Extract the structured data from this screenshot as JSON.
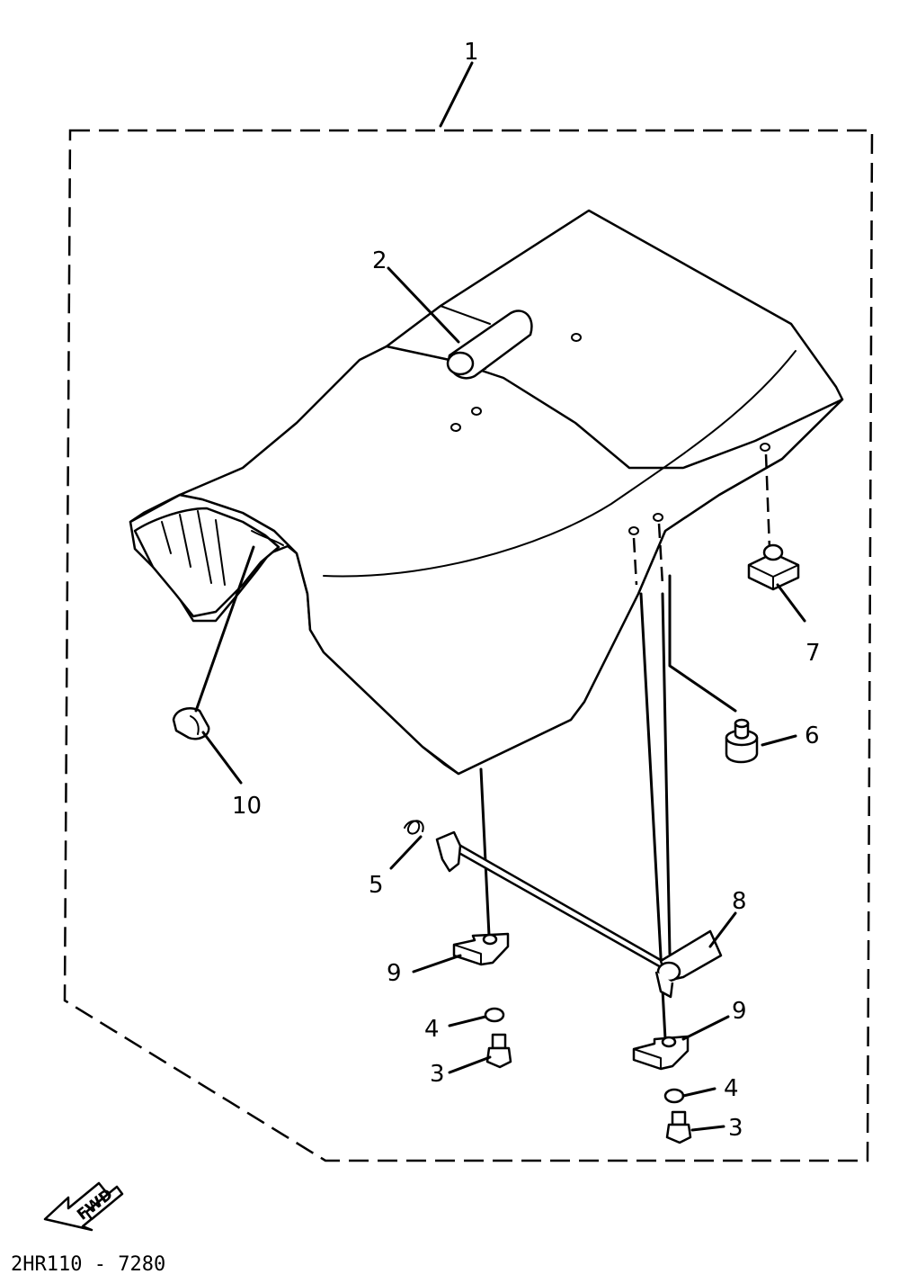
{
  "diagram": {
    "drawing_code": "2HR110 - 7280",
    "direction_label": "FWD",
    "callouts": [
      {
        "id": "c1",
        "label": "1"
      },
      {
        "id": "c2",
        "label": "2"
      },
      {
        "id": "c3a",
        "label": "3"
      },
      {
        "id": "c3b",
        "label": "3"
      },
      {
        "id": "c4a",
        "label": "4"
      },
      {
        "id": "c4b",
        "label": "4"
      },
      {
        "id": "c5",
        "label": "5"
      },
      {
        "id": "c6",
        "label": "6"
      },
      {
        "id": "c7",
        "label": "7"
      },
      {
        "id": "c8",
        "label": "8"
      },
      {
        "id": "c9a",
        "label": "9"
      },
      {
        "id": "c9b",
        "label": "9"
      },
      {
        "id": "c10",
        "label": "10"
      }
    ]
  }
}
